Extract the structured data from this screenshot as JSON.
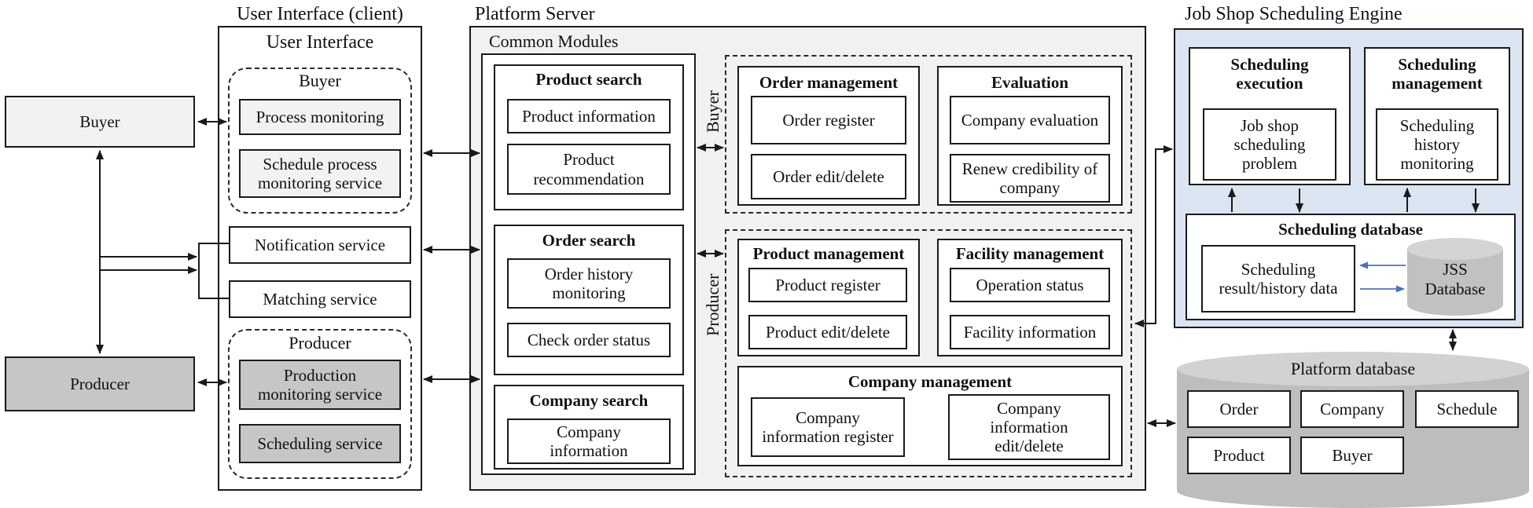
{
  "ui_client": {
    "title": "User Interface (client)",
    "panel_label": "User Interface",
    "actors": {
      "buyer": "Buyer",
      "producer": "Producer"
    },
    "buyer_group": {
      "label": "Buyer",
      "items": [
        "Process monitoring",
        "Schedule process monitoring service"
      ]
    },
    "services": [
      "Notification service",
      "Matching service"
    ],
    "producer_group": {
      "label": "Producer",
      "items": [
        "Production monitoring service",
        "Scheduling service"
      ]
    }
  },
  "platform_server": {
    "title": "Platform Server",
    "common_modules": {
      "label": "Common Modules",
      "product_search": {
        "title": "Product search",
        "items": [
          "Product information",
          "Product recommendation"
        ]
      },
      "order_search": {
        "title": "Order search",
        "items": [
          "Order history monitoring",
          "Check order status"
        ]
      },
      "company_search": {
        "title": "Company search",
        "items": [
          "Company information"
        ]
      }
    },
    "buyer_modules": {
      "side_label": "Buyer",
      "order_management": {
        "title": "Order management",
        "items": [
          "Order register",
          "Order edit/delete"
        ]
      },
      "evaluation": {
        "title": "Evaluation",
        "items": [
          "Company evaluation",
          "Renew credibility of company"
        ]
      }
    },
    "producer_modules": {
      "side_label": "Producer",
      "product_management": {
        "title": "Product management",
        "items": [
          "Product register",
          "Product edit/delete"
        ]
      },
      "facility_management": {
        "title": "Facility management",
        "items": [
          "Operation status",
          "Facility information"
        ]
      },
      "company_management": {
        "title": "Company management",
        "items": [
          "Company information register",
          "Company information edit/delete"
        ]
      }
    }
  },
  "scheduling_engine": {
    "title": "Job Shop Scheduling Engine",
    "scheduling_execution": {
      "title": "Scheduling execution",
      "items": [
        "Job shop scheduling problem"
      ]
    },
    "scheduling_management": {
      "title": "Scheduling management",
      "items": [
        "Scheduling history monitoring"
      ]
    },
    "scheduling_database": {
      "title": "Scheduling database",
      "result_box": "Scheduling result/history data",
      "cylinder": "JSS Database"
    }
  },
  "platform_database": {
    "title": "Platform database",
    "tables": [
      "Order",
      "Company",
      "Schedule",
      "Product",
      "Buyer"
    ]
  },
  "colors": {
    "panel_gray": "#f1f1f1",
    "box_light_gray": "#f2f2f2",
    "box_mid_gray": "#c6c6c6",
    "engine_blue": "#dbe5f1",
    "cylinder_body": "#c0c0c0",
    "cylinder_top": "#d3d3d3",
    "arrow_blue": "#4472c4",
    "line_black": "#1a1a1a"
  }
}
